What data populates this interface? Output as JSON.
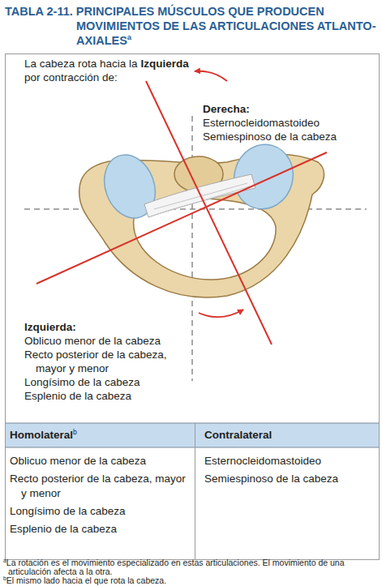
{
  "diagram": {
    "title": "TABLA 2-11. PRINCIPALES MÚSCULOS QUE PRODUCEN MOVIMIENTOS DE LAS ARTICULACIONES ATLANTO-AXIALES",
    "labels": [
      "a",
      "La cabeza rota hacia la",
      "Izquierda",
      "por contracción de:",
      "Derecha:",
      "Esternocleidomastoideo",
      "Semiespinoso de la cabeza",
      "Izquierda:",
      "Oblicuo menor de la cabeza",
      "Recto posterior de la cabeza, mayor y menor",
      "Longísimo de la cabeza",
      "Esplenio de la cabeza",
      "Homolateral",
      "b",
      "Contralateral",
      "Oblicuo menor de la cabeza",
      "Recto posterior de la cabeza, mayor y menor",
      "Longísimo de la cabeza",
      "Esplenio de la cabeza",
      "Esternocleidomastoideo",
      "Semiespinoso de la cabeza",
      "a",
      "La rotación es el movimiento especializado en estas articulaciones. El movimiento de una articulación afecta a la otra.",
      "b",
      "El mismo lado hacia el que rota la cabeza."
    ]
  }
}
